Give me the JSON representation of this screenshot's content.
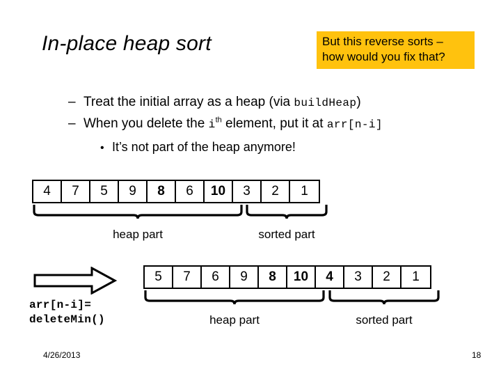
{
  "slide": {
    "title": "In-place heap sort"
  },
  "callout": {
    "line1": "But this reverse sorts –",
    "line2": "how would you fix that?",
    "bg_color": "#FFC20E",
    "text_color": "#000000"
  },
  "bullets": [
    {
      "marker": "–",
      "level": 1,
      "parts": [
        {
          "text": "Treat the initial array as a heap (via ",
          "mono": false
        },
        {
          "text": "buildHeap",
          "mono": true
        },
        {
          "text": ")",
          "mono": false
        }
      ]
    },
    {
      "marker": "–",
      "level": 1,
      "parts": [
        {
          "text": "When you delete the ",
          "mono": false
        },
        {
          "text": "i",
          "mono": true
        },
        {
          "text": "th",
          "mono": false,
          "superscript": true
        },
        {
          "text": " element, put it at ",
          "mono": false
        },
        {
          "text": "arr[n-i]",
          "mono": true
        }
      ]
    },
    {
      "marker": "•",
      "level": 2,
      "parts": [
        {
          "text": "It’s not part of the heap anymore!",
          "mono": false
        }
      ]
    }
  ],
  "diagram1": {
    "cells": [
      {
        "value": "4",
        "bold": false
      },
      {
        "value": "7",
        "bold": false
      },
      {
        "value": "5",
        "bold": false
      },
      {
        "value": "9",
        "bold": false
      },
      {
        "value": "8",
        "bold": true
      },
      {
        "value": "6",
        "bold": false
      },
      {
        "value": "10",
        "bold": true
      },
      {
        "value": "3",
        "bold": false
      },
      {
        "value": "2",
        "bold": false
      },
      {
        "value": "1",
        "bold": false
      }
    ],
    "heap_part_label": "heap part",
    "sorted_part_label": "sorted part",
    "heap_part_count": 7,
    "sorted_part_count": 3
  },
  "diagram2": {
    "cells": [
      {
        "value": "5",
        "bold": false
      },
      {
        "value": "7",
        "bold": false
      },
      {
        "value": "6",
        "bold": false
      },
      {
        "value": "9",
        "bold": false
      },
      {
        "value": "8",
        "bold": true
      },
      {
        "value": "10",
        "bold": true
      },
      {
        "value": "4",
        "bold": true
      },
      {
        "value": "3",
        "bold": false
      },
      {
        "value": "2",
        "bold": false
      },
      {
        "value": "1",
        "bold": false
      }
    ],
    "heap_part_label": "heap part",
    "sorted_part_label": "sorted part",
    "heap_part_count": 6,
    "sorted_part_count": 4
  },
  "arrow_caption": {
    "line1": "arr[n-i]=",
    "line2": "deleteMin()"
  },
  "footer": {
    "date": "4/26/2013",
    "page_number": "18"
  }
}
